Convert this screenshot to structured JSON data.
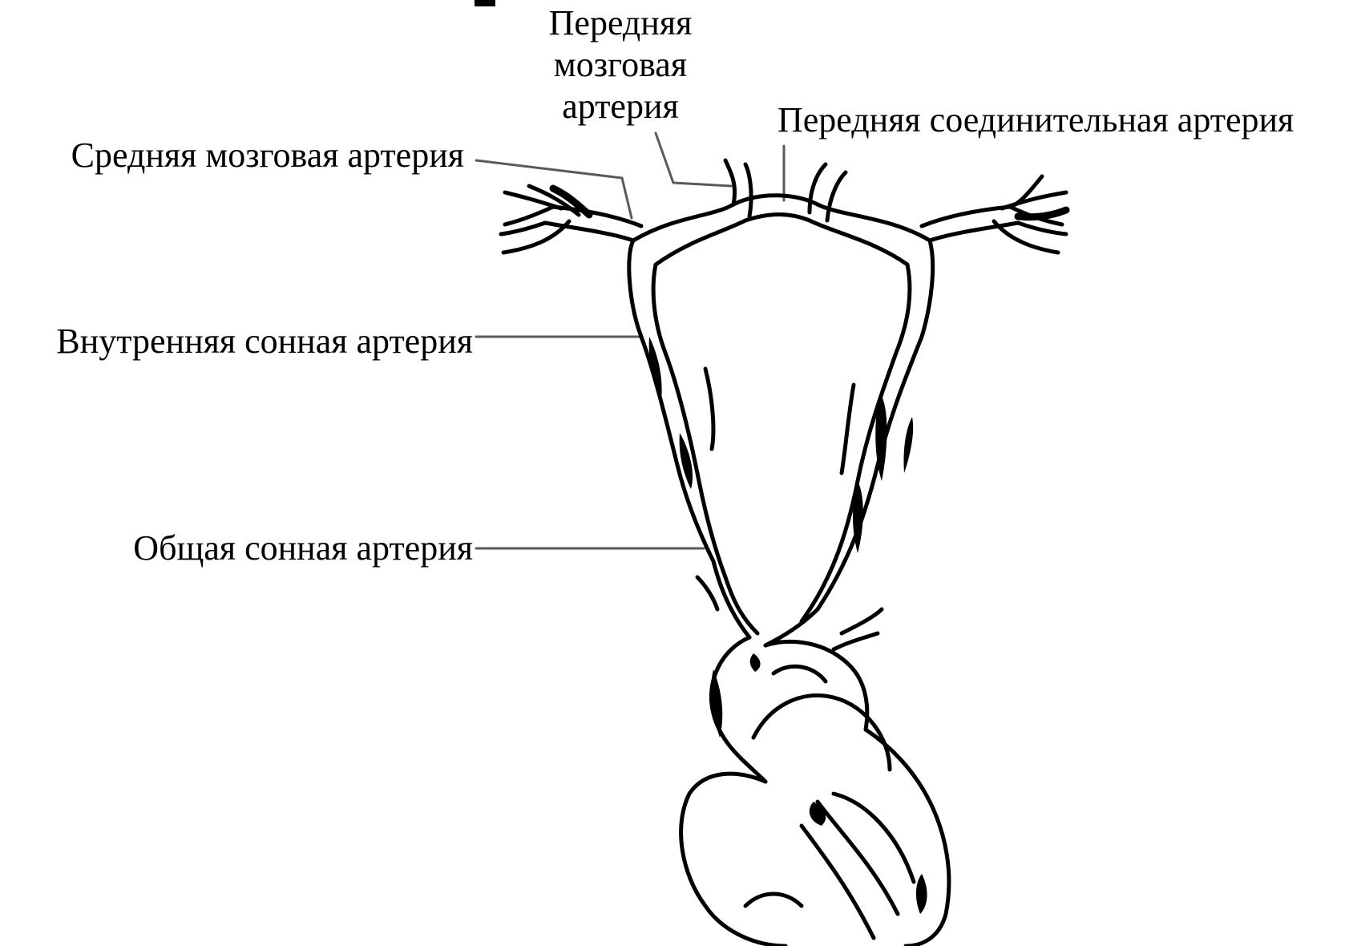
{
  "labels": {
    "anterior_cerebral_artery": [
      "Передняя",
      "мозговая",
      "артерия"
    ],
    "anterior_communicating_artery": "Передняя соединительная артерия",
    "middle_cerebral_artery": "Средняя мозговая артерия",
    "internal_carotid_artery": "Внутренняя сонная артерия",
    "common_carotid_artery": "Общая сонная артерия"
  },
  "colors": {
    "ink": "#000000",
    "leader": "#5a5a5a",
    "background": "#ffffff"
  },
  "icons": [
    "artery-tree-drawing",
    "heart-drawing",
    "plaque-deposits"
  ]
}
